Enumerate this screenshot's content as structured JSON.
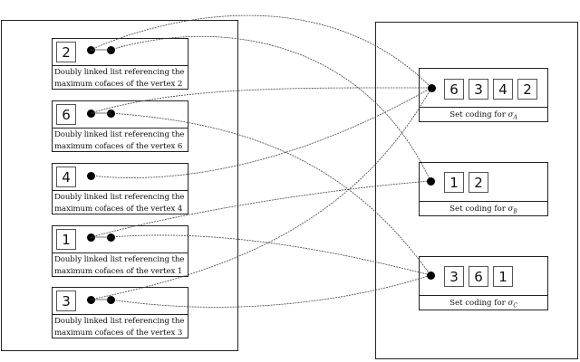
{
  "vertices": [
    {
      "id": "2",
      "label": "Doubly linked list referencing the maximum cofaces of the vertex 2",
      "line1": "Doubly linked list referencing the",
      "line2": "maximum cofaces of the vertex 2",
      "links_to": [
        "A",
        "B"
      ]
    },
    {
      "id": "6",
      "label": "Doubly linked list referencing the maximum cofaces of the vertex 6",
      "line1": "Doubly linked list referencing the",
      "line2": "maximum cofaces of the vertex 6",
      "links_to": [
        "A",
        "C"
      ]
    },
    {
      "id": "4",
      "label": "Doubly linked list referencing the maximum cofaces of the vertex 4",
      "line1": "Doubly linked list referencing the",
      "line2": "maximum cofaces of the vertex 4",
      "links_to": [
        "A"
      ]
    },
    {
      "id": "1",
      "label": "Doubly linked list referencing the maximum cofaces of the vertex 1",
      "line1": "Doubly linked list referencing the",
      "line2": "maximum cofaces of the vertex 1",
      "links_to": [
        "B",
        "C"
      ]
    },
    {
      "id": "3",
      "label": "Doubly linked list referencing the maximum cofaces of the vertex 3",
      "line1": "Doubly linked list referencing the",
      "line2": "maximum cofaces of the vertex 3",
      "links_to": [
        "A",
        "C"
      ]
    }
  ],
  "simplices": [
    {
      "id": "A",
      "label_prefix": "Set coding for ",
      "symbol": "σ",
      "subscript": "A",
      "cells": [
        "6",
        "3",
        "4",
        "2"
      ]
    },
    {
      "id": "B",
      "label_prefix": "Set coding for ",
      "symbol": "σ",
      "subscript": "B",
      "cells": [
        "1",
        "2"
      ]
    },
    {
      "id": "C",
      "label_prefix": "Set coding for ",
      "symbol": "σ",
      "subscript": "C",
      "cells": [
        "3",
        "6",
        "1"
      ]
    }
  ],
  "colors": {
    "stroke": "#222222",
    "link": "#444444",
    "dot": "#000000"
  }
}
